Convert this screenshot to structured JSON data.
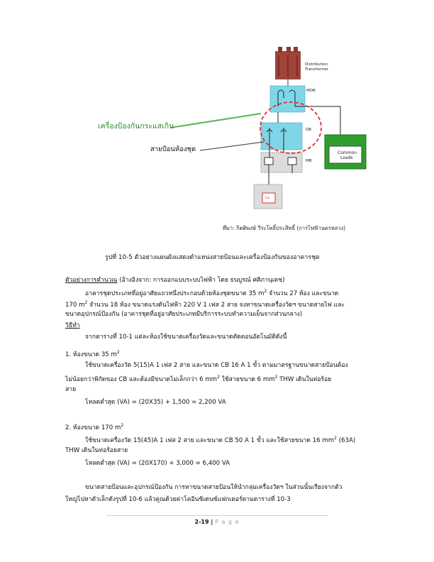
{
  "diagram": {
    "transformer_label_1": "Distribution",
    "transformer_label_2": "Transformer",
    "mdb_label": "MDB",
    "db_label": "DB",
    "mb_label": "MB",
    "ls_label": "Ls",
    "common_loads_1": "Common",
    "common_loads_2": "Loads",
    "callout_breaker": "เครื่องป้องกันกระแสเกิน",
    "callout_feeder": "สายป้อนห้องชุด",
    "credit": "ที่มา: กิตติพงษ์ วีระโพธิ์ประสิทธิ์ (การไฟฟ้านครหลวง)",
    "colors": {
      "panel": "#7fd6e8",
      "transformer": "#a0443a",
      "common": "#2f9e2f",
      "red_dash": "#e03030",
      "green_line": "#5ab552"
    }
  },
  "caption": "รูปที่ 10-5 ตัวอย่างแผนผังแสดงตำแหน่งสายป้อนและเครื่องป้องกันของอาคารชุด",
  "example_heading": "ตัวอย่างการคำนวณ",
  "example_source": " (อ้างอิงจาก: การออกแบบระบบไฟฟ้า โดย ธนบูรณ์ ศศิภานุเดช)",
  "para1_line1": "อาคารชุดประเภทที่อยู่อาศัยแถวหนึ่งประกอบด้วยห้องชุดขนาด 35 m",
  "para1_line1_sup": "2",
  "para1_line1_end": "  จำนวน 27 ห้อง และขนาด",
  "para1_line2": "170 m",
  "para1_line2_sup": "2",
  "para1_line2_end": " จำนวน 18 ห้อง ขนาดแรงดันไฟฟ้า 220 V 1 เฟส 2 สาย จงหาขนาดเครื่องวัดฯ ขนาดสายไฟ และ",
  "para1_line3": "ขนาดอุปกรณ์ป้องกัน (อาคารชุดที่อยู่อาศัยประเภทมีบริการระบบทำความเย็นจากส่วนกลาง)",
  "method_heading": "วิธีทำ",
  "method_line": "จากตารางที่ 10-1 แต่ละห้องใช้ขนาดเครื่องวัดและขนาดตัดตอนอัตโนมัติดังนี้",
  "item1_title": "1. ห้องขนาด 35 m",
  "item1_sup": "2",
  "item1_line1": "ใช้ขนาดเครื่องวัด 5(15)A 1 เฟส 2 สาย และขนาด CB 16 A 1 ขั้ว ตามมาตรฐานขนาดสายป้อนต้อง",
  "item1_line2a": "ไม่น้อยกว่าพิกัดของ CB และต้องมีขนาดไม่เล็กกว่า 6 mm",
  "item1_line2_sup1": "2",
  "item1_line2b": " ใช้สายขนาด 6 mm",
  "item1_line2_sup2": "2",
  "item1_line2c": " THW เดินในท่อร้อย",
  "item1_line3": "สาย",
  "item1_load": "โหลดต่ำสุด (VA) = (20X35) + 1,500 = 2,200 VA",
  "item2_title": "2. ห้องขนาด 170 m",
  "item2_sup": "2",
  "item2_line1a": "ใช้ขนาดเครื่องวัด 15(45)A 1 เฟส 2 สาย และขนาด CB 50 A 1 ขั้ว และใช้สายขนาด 16 mm",
  "item2_line1_sup": "2",
  "item2_line1b": " (63A)",
  "item2_line2": "THW เดินในท่อร้อยสาย",
  "item2_load": "โหลดต่ำสุด (VA) = (20X170) + 3,000 = 6,400 VA",
  "final_line1": "ขนาดสายป้อนและอุปกรณ์ป้องกัน การหาขนาดสายป้อนให้นำกลุ่มเครื่องวัดฯ ในส่วนนั้นเรียงจากตัว",
  "final_line2": "ใหญ่ไปหาตัวเล็กดังรูปที่ 10-6 แล้วคูณด้วยค่าโคอินซิเดนซ์แฟกเตอร์ตามตารางที่ 10-3",
  "footer_page": "2-19",
  "footer_sep": " | ",
  "footer_word": "P a g e"
}
